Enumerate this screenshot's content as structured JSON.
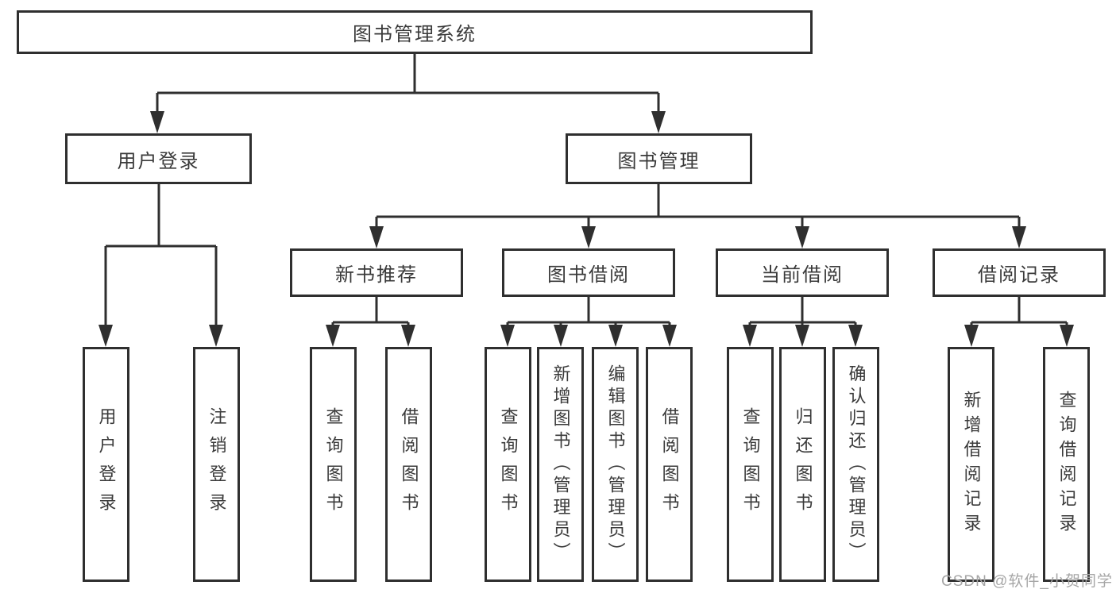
{
  "diagram_title": "图书管理系统",
  "tree": {
    "root": {
      "label": "图书管理系统",
      "children": [
        {
          "label": "用户登录",
          "children": [
            {
              "label": "用户登录"
            },
            {
              "label": "注销登录"
            }
          ]
        },
        {
          "label": "图书管理",
          "children": [
            {
              "label": "新书推荐",
              "children": [
                {
                  "label": "查询图书"
                },
                {
                  "label": "借阅图书"
                }
              ]
            },
            {
              "label": "图书借阅",
              "children": [
                {
                  "label": "查询图书"
                },
                {
                  "label": "新增图书（管理员）"
                },
                {
                  "label": "编辑图书（管理员）"
                },
                {
                  "label": "借阅图书"
                }
              ]
            },
            {
              "label": "当前借阅",
              "children": [
                {
                  "label": "查询图书"
                },
                {
                  "label": "归还图书"
                },
                {
                  "label": "确认归还（管理员）"
                }
              ]
            },
            {
              "label": "借阅记录",
              "children": [
                {
                  "label": "新增借阅记录"
                },
                {
                  "label": "查询借阅记录"
                }
              ]
            }
          ]
        }
      ]
    }
  },
  "watermark": "CSDN @软件_小贺同学",
  "colors": {
    "line": "#2f2f2f",
    "text": "#3a3a3a",
    "watermark": "#a6a6a6",
    "background": "#ffffff"
  }
}
